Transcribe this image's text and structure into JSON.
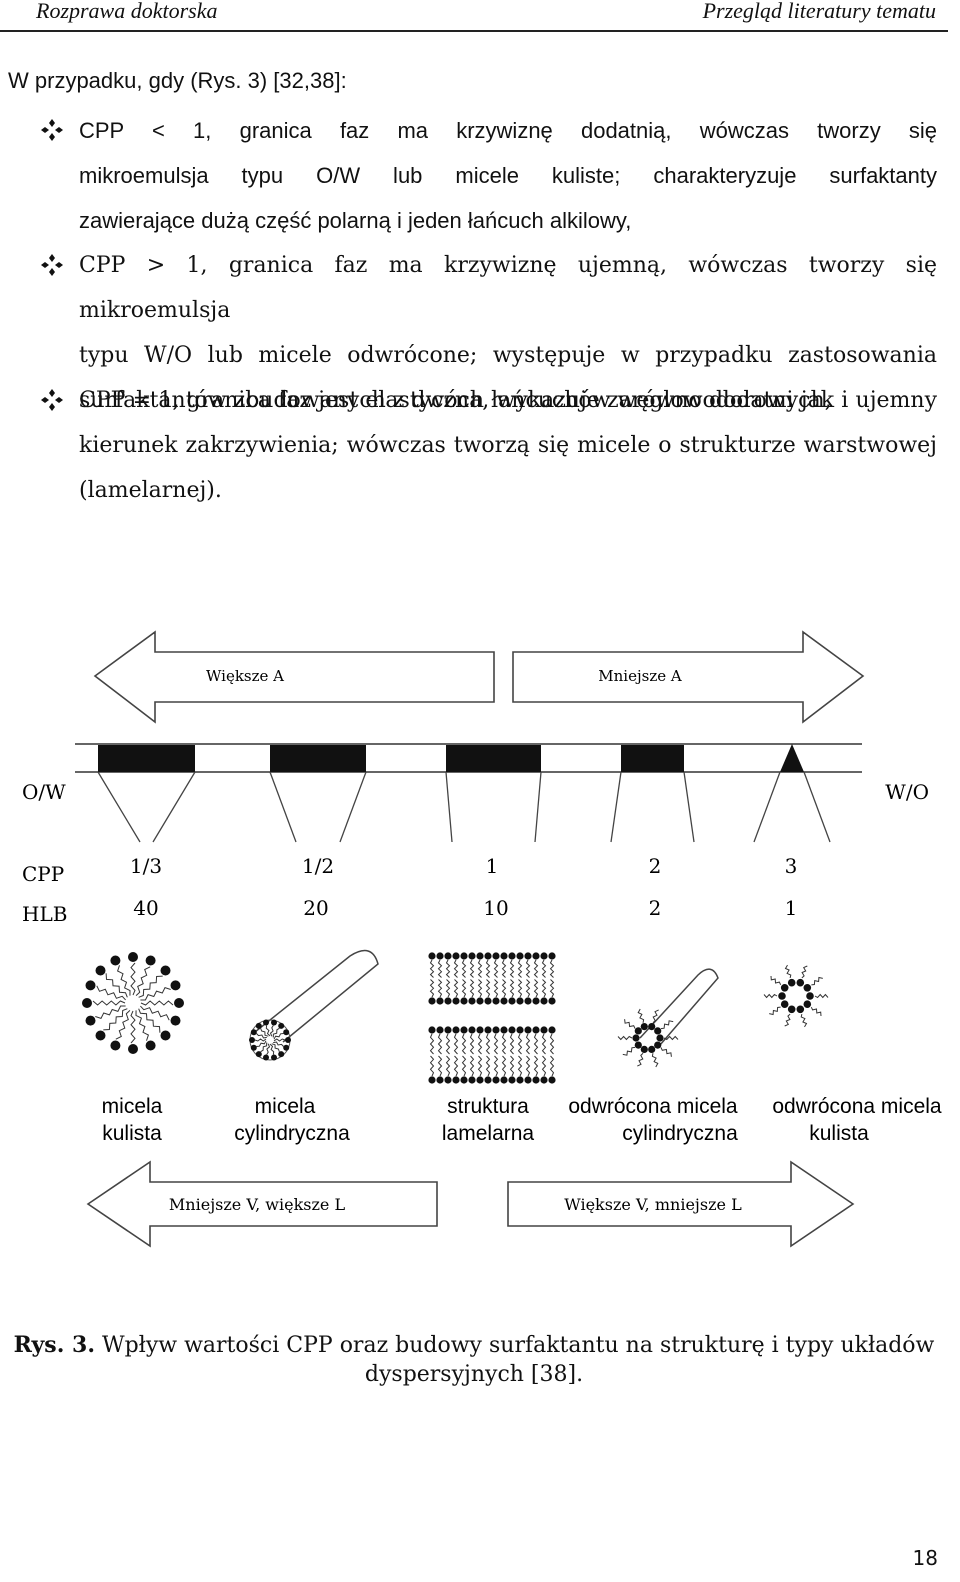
{
  "header": {
    "left": "Rozprawa doktorska",
    "right": "Przegląd literatury tematu"
  },
  "intro": "W przypadku, gdy (Rys. 3) [32,38]:",
  "bullets": [
    {
      "icon": "diamond-bullet-icon",
      "lines": [
        "CPP < 1, granica faz ma krzywiznę dodatnią, wówczas tworzy się",
        "mikroemulsja typu O/W lub micele kuliste; charakteryzuje surfaktanty",
        "zawierające dużą część polarną i jeden łańcuch alkilowy,"
      ]
    },
    {
      "icon": "diamond-bullet-icon",
      "lines": [
        "CPP > 1, granica faz ma krzywiznę ujemną, wówczas tworzy się mikroemulsja",
        "typu W/O lub micele odwrócone; występuje w przypadku zastosowania",
        "surfaktantów zbudowanych z dwóch łańcuchów węglowodorowych,"
      ]
    },
    {
      "icon": "diamond-bullet-icon",
      "lines": [
        "CPP = 1, granica faz jest elastyczna, wykazuje zarówno dodatni jak i ujemny",
        "kierunek zakrzywienia; wówczas tworzą się micele o strukturze warstwowej",
        "(lamelarnej)."
      ]
    }
  ],
  "figure": {
    "top_arrow_left": "Większe A",
    "top_arrow_right": "Mniejsze A",
    "left_end": "O/W",
    "right_end": "W/O",
    "cpp_label": "CPP",
    "hlb_label": "HLB",
    "cpp_values": [
      "1/3",
      "1/2",
      "1",
      "2",
      "3"
    ],
    "hlb_values": [
      "40",
      "20",
      "10",
      "2",
      "1"
    ],
    "structures": [
      {
        "line1": "micela",
        "line2": "kulista"
      },
      {
        "line1": "micela",
        "line2": "cylindryczna"
      },
      {
        "line1": "struktura",
        "line2": "lamelarna"
      },
      {
        "line1": "odwrócona micela",
        "line2": "cylindryczna"
      },
      {
        "line1": "odwrócona micela",
        "line2": "kulista"
      }
    ],
    "bottom_arrow_left": "Mniejsze V, większe L",
    "bottom_arrow_right": "Większe V, mniejsze L"
  },
  "caption": {
    "label": "Rys. 3.",
    "text_line1": "Wpływ wartości CPP oraz budowy surfaktantu na strukturę i typy układów",
    "text_line2": "dyspersyjnych [38]."
  },
  "page_number": "18"
}
